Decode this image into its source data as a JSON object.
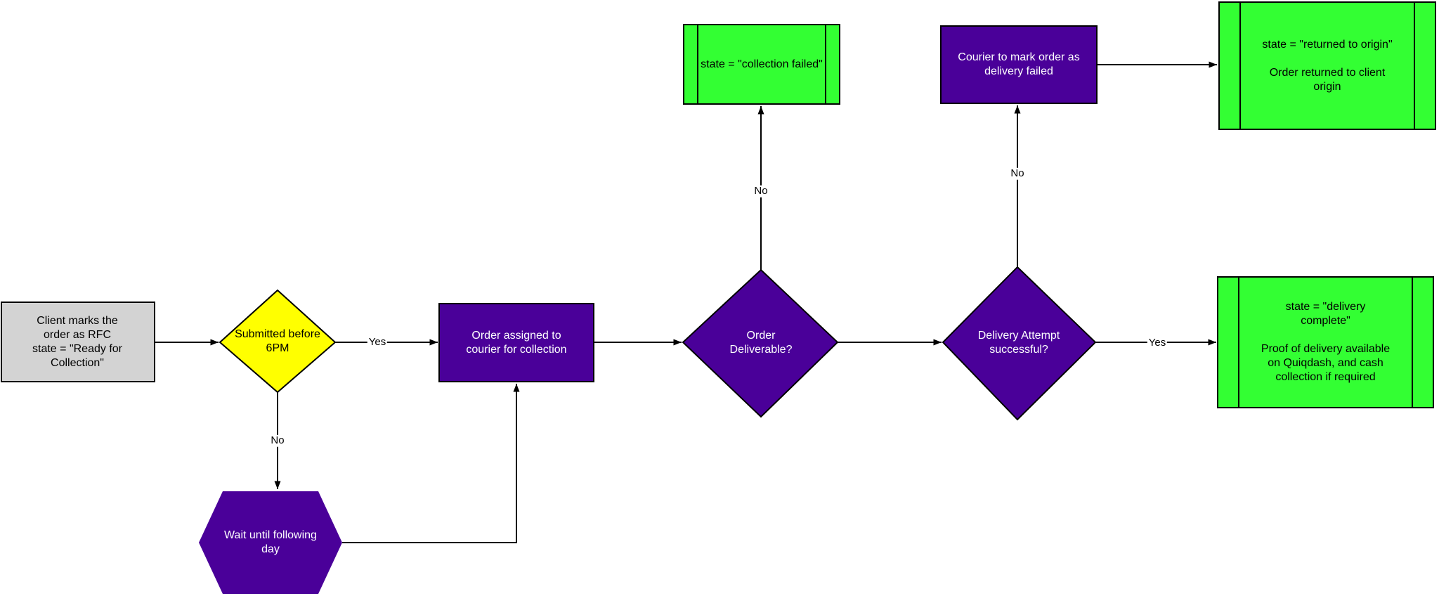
{
  "colors": {
    "purple": "#4a0099",
    "green": "#33ff33",
    "yellow": "#ffff00",
    "gray": "#d3d3d3",
    "stroke": "#000000"
  },
  "nodes": {
    "client_marks_rfc": {
      "type": "process-start",
      "label": "Client marks the order as RFC\nstate = \"Ready for Collection\""
    },
    "submitted_before_6pm": {
      "type": "decision",
      "label": "Submitted before 6PM"
    },
    "order_assigned": {
      "type": "process",
      "label": "Order assigned to courier for collection"
    },
    "order_deliverable": {
      "type": "decision",
      "label": "Order Deliverable?"
    },
    "delivery_attempt_successful": {
      "type": "decision",
      "label": "Delivery Attempt successful?"
    },
    "collection_failed": {
      "type": "subprocess-end",
      "label": "state = \"collection failed\""
    },
    "courier_mark_delivery_failed": {
      "type": "process",
      "label": "Courier to mark order as delivery failed"
    },
    "returned_to_origin": {
      "type": "subprocess-end",
      "label": "state = \"returned to origin\"\n\nOrder returned to client origin"
    },
    "delivery_complete": {
      "type": "subprocess-end",
      "label": "state = \"delivery complete\"\n\nProof of delivery available on Quiqdash, and cash collection if required"
    },
    "wait_until_following_day": {
      "type": "delay",
      "label": "Wait until following day"
    }
  },
  "edge_labels": {
    "submitted_yes": "Yes",
    "submitted_no": "No",
    "deliverable_no": "No",
    "attempt_no": "No",
    "attempt_yes": "Yes"
  }
}
